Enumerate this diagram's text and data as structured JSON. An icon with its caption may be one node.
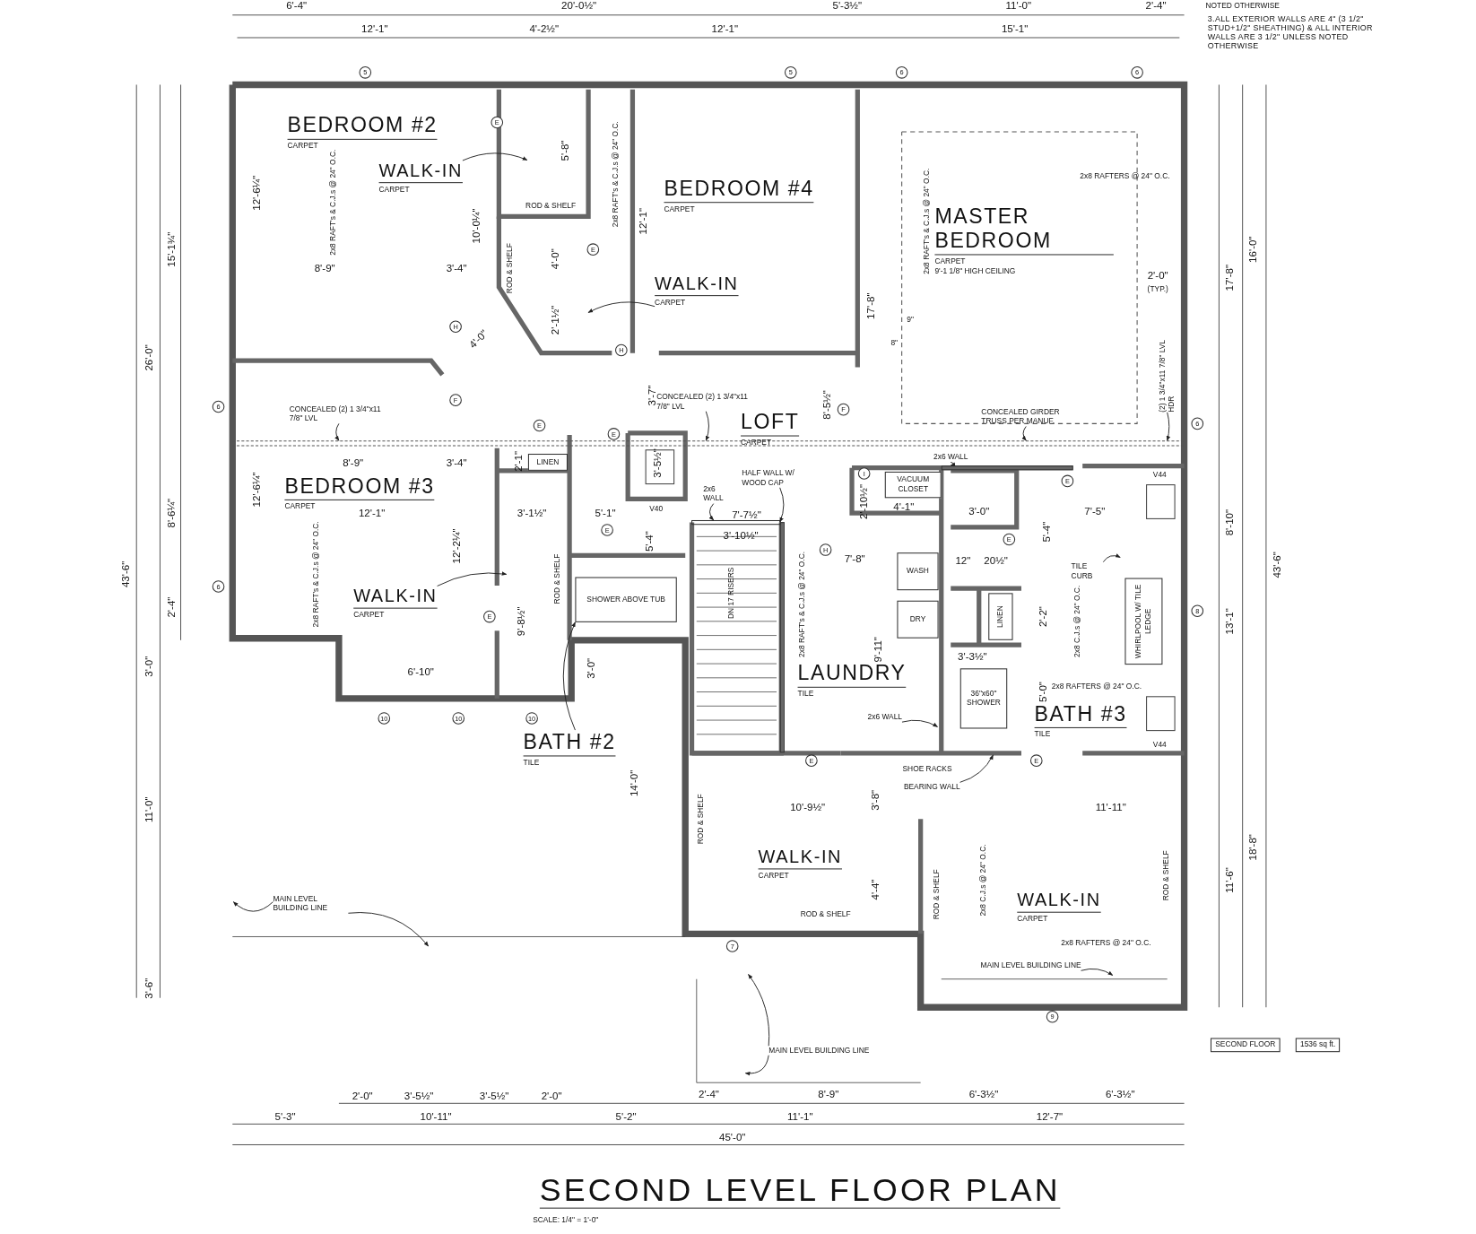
{
  "diagram": {
    "title": "SECOND LEVEL FLOOR PLAN",
    "caption": "SCALE: 1/4\" = 1'-0\"",
    "nodes": [
      {
        "text": [
          "BEDROOM #2",
          "CARPET"
        ]
      },
      {
        "text": [
          "WALK-IN",
          "CARPET"
        ]
      },
      {
        "text": [
          "BEDROOM #4",
          "CARPET"
        ]
      },
      {
        "text": [
          "MASTER BEDROOM",
          "CARPET",
          "9'-1 1/8\" HIGH CEILING"
        ]
      },
      {
        "text": [
          "WALK-IN",
          "CARPET"
        ]
      },
      {
        "text": [
          "CONCEALED (2) 1 3/4\"x11 7/8\" LVL"
        ]
      },
      {
        "text": [
          "CONCEALED (2) 1 3/4\"x11 7/8\" LVL"
        ]
      },
      {
        "text": [
          "LOFT",
          "CARPET"
        ]
      },
      {
        "text": [
          "CONCEALED GIRDER TRUSS PER MANUF."
        ]
      },
      {
        "text": [
          "(2) 1 3/4\"x11 7/8\" LVL HDR"
        ]
      },
      {
        "text": [
          "2x6 WALL"
        ]
      },
      {
        "text": [
          "LINEN"
        ]
      },
      {
        "text": [
          "BEDROOM #3",
          "CARPET"
        ]
      },
      {
        "text": [
          "HALF WALL W/ WOOD CAP"
        ]
      },
      {
        "text": [
          "2x6 WALL"
        ]
      },
      {
        "text": [
          "VACUUM CLOSET"
        ]
      },
      {
        "text": [
          "WASH"
        ]
      },
      {
        "text": [
          "DRY"
        ]
      },
      {
        "text": [
          "LINEN"
        ]
      },
      {
        "text": [
          "TILE CURB"
        ]
      },
      {
        "text": [
          "WHIRLPOOL W/ TILE LEDGE"
        ]
      },
      {
        "text": [
          "WALK-IN",
          "CARPET"
        ]
      },
      {
        "text": [
          "SHOWER ABOVE TUB"
        ]
      },
      {
        "text": [
          "LAUNDRY",
          "TILE"
        ]
      },
      {
        "text": [
          "36\"x60\" SHOWER"
        ]
      },
      {
        "text": [
          "2x6 WALL"
        ]
      },
      {
        "text": [
          "BATH #3",
          "TILE"
        ]
      },
      {
        "text": [
          "BATH #2",
          "TILE"
        ]
      },
      {
        "text": [
          "BEARING WALL"
        ]
      },
      {
        "text": [
          "WALK-IN",
          "CARPET"
        ]
      },
      {
        "text": [
          "MAIN LEVEL BUILDING LINE"
        ]
      },
      {
        "text": [
          "WALK-IN",
          "CARPET"
        ]
      },
      {
        "text": [
          "MAIN LEVEL BUILDING LINE"
        ]
      },
      {
        "text": [
          "MAIN LEVEL BUILDING LINE"
        ]
      },
      {
        "text": [],
        "shape": "bar"
      },
      {
        "text": [],
        "shape": "box"
      },
      {
        "text": [],
        "shape": "box"
      },
      {
        "text": [],
        "shape": "box"
      }
    ],
    "edges": [
      {
        "from": 1,
        "to": null,
        "arrow": "to"
      },
      {
        "from": 4,
        "to": null,
        "arrow": "to"
      },
      {
        "from": 5,
        "to": 34,
        "arrow": "to"
      },
      {
        "from": 6,
        "to": 34,
        "arrow": "to"
      },
      {
        "from": 8,
        "to": 34,
        "arrow": "to"
      },
      {
        "from": 9,
        "to": 34,
        "arrow": "to"
      },
      {
        "from": 10,
        "to": 35,
        "arrow": "to"
      },
      {
        "from": 13,
        "to": 36,
        "arrow": "to"
      },
      {
        "from": 14,
        "to": 37,
        "arrow": "to"
      },
      {
        "from": 19,
        "to": null,
        "arrow": "to"
      },
      {
        "from": 21,
        "to": null,
        "arrow": "to"
      },
      {
        "from": 25,
        "to": null,
        "arrow": "to"
      },
      {
        "from": 27,
        "to": 22,
        "arrow": "to"
      },
      {
        "from": 28,
        "to": null,
        "arrow": "to"
      },
      {
        "from": 30,
        "to": null,
        "arrow": "to"
      },
      {
        "from": 30,
        "to": null,
        "arrow": "to"
      },
      {
        "from": 32,
        "to": null,
        "arrow": "to"
      },
      {
        "from": 33,
        "to": null,
        "arrow": "to"
      },
      {
        "from": 33,
        "to": null,
        "arrow": "to"
      }
    ],
    "labels": [
      "NOTED OTHERWISE",
      "3.ALL EXTERIOR WALLS ARE 4\" (3 1/2\" STUD+1/2\" SHEATHING) & ALL INTERIOR WALLS ARE 3 1/2\" UNLESS NOTED OTHERWISE",
      "6'-4\"",
      "20'-0½\"",
      "5'-3½\"",
      "11'-0\"",
      "2'-4\"",
      "12'-1\"",
      "4'-2½\"",
      "12'-1\"",
      "15'-1\"",
      "5",
      "5",
      "6",
      "6",
      "E",
      "5'-8\"",
      "ROD & SHELF",
      "2x8 RAFT's & C.J.s @ 24\" O.C.",
      "12'-6¼\"",
      "10'-0¼\"",
      "8'-9\"",
      "3'-4\"",
      "ROD & SHELF",
      "4'-0\"",
      "E",
      "2x8 RAFT's & C.J.s @ 24\" O.C.",
      "12'-1\"",
      "2'-1½\"",
      "H",
      "4'-0\"",
      "F",
      "H",
      "15'-1¾\"",
      "26'-0\"",
      "43'-6\"",
      "8'-6¼\"",
      "2'-4\"",
      "3'-0\"",
      "11'-0\"",
      "3'-6\"",
      "6",
      "6",
      "3'-7\"",
      "E",
      "E",
      "8'-5½\"",
      "17'-8\"",
      "F",
      "2x8 RAFT's & C.J.s @ 24\" O.C.",
      "2x8 RAFTERS @ 24\" O.C.",
      "2'-0\"",
      "(TYP.)",
      "9\"",
      "8\"",
      "17'-8\"",
      "16'-0\"",
      "6",
      "8'-10\"",
      "43'-6\"",
      "13'-1\"",
      "8",
      "18'-8\"",
      "11'-6\"",
      "8'-9\"",
      "3'-4\"",
      "2'-1\"",
      "12'-6¼\"",
      "12'-1\"",
      "3'-1½\"",
      "5'-1\"",
      "3'-5½\"",
      "V40",
      "E",
      "5'-4\"",
      "12'-2¼\"",
      "2x8 RAFT's & C.J.s @ 24\" O.C.",
      "ROD & SHELF",
      "E",
      "9'-8½\"",
      "7'-7½\"",
      "3'-10½\"",
      "DN 17 RISERS",
      "2x8 RAFT's & C.J.s @ 24\" O.C.",
      "6'-10\"",
      "3'-0\"",
      "10",
      "10",
      "10",
      "14'-0\"",
      "2'-10½\"",
      "I",
      "4'-1\"",
      "3'-0\"",
      "E",
      "7'-5\"",
      "V44",
      "H",
      "7'-8\"",
      "12\"",
      "20½\"",
      "E",
      "5'-4\"",
      "9'-11\"",
      "2'-2\"",
      "2x8 C.J.s @ 24\" O.C.",
      "3'-3½\"",
      "5'-0\"",
      "2x8 RAFTERS @ 24\" O.C.",
      "V44",
      "E",
      "E",
      "SHOE RACKS",
      "3'-8\"",
      "10'-9½\"",
      "11'-11\"",
      "ROD & SHELF",
      "4'-4\"",
      "ROD & SHELF",
      "ROD & SHELF",
      "2x8 C.J.s @ 24\" O.C.",
      "ROD & SHELF",
      "2x8 RAFTERS @ 24\" O.C.",
      "7",
      "9",
      "2'-0\"",
      "3'-5½\"",
      "3'-5½\"",
      "2'-0\"",
      "2'-4\"",
      "8'-9\"",
      "6'-3½\"",
      "6'-3½\"",
      "5'-3\"",
      "10'-11\"",
      "5'-2\"",
      "11'-1\"",
      "12'-7\"",
      "45'-0\"",
      "SECOND FLOOR",
      "1536 sq ft."
    ]
  }
}
